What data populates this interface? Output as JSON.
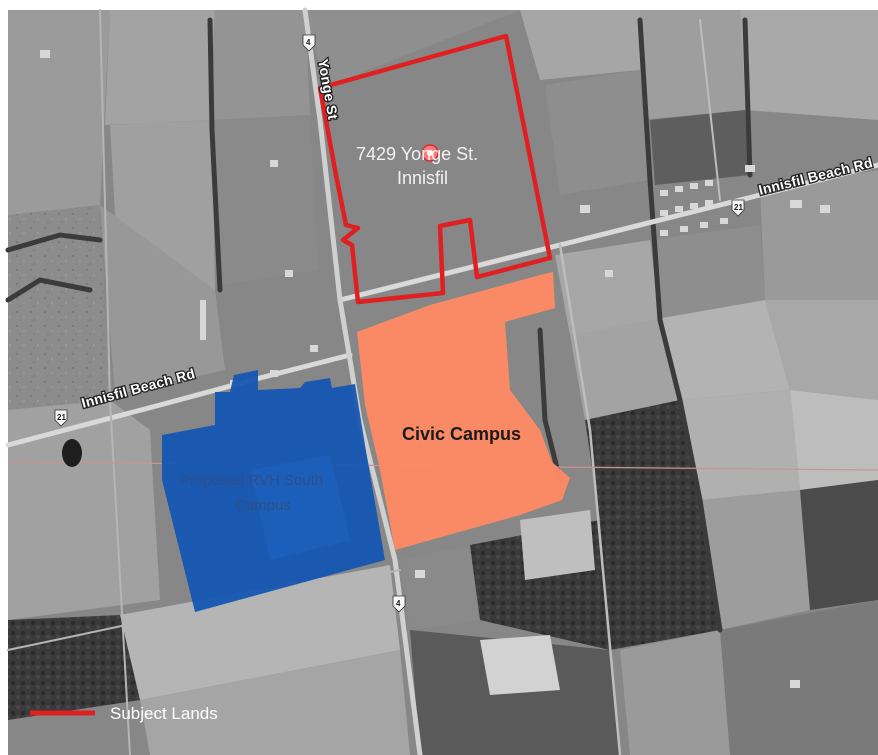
{
  "map": {
    "subject_site": {
      "address_line1": "7429 Yonge St.",
      "address_line2": "Innisfil",
      "outline_color": "#e02020"
    },
    "areas": {
      "civic_campus": {
        "label": "Civic Campus",
        "color": "#ff8a64"
      },
      "rvh_south_campus": {
        "label_line1": "Proposed RVH South",
        "label_line2": "Campus",
        "color": "#1456b4"
      }
    },
    "roads": {
      "innisfil_beach_rd_east": "Innisfil Beach Rd",
      "innisfil_beach_rd_west": "Innisfil Beach Rd",
      "yonge_st": "Yonge St"
    },
    "legend": {
      "items": [
        {
          "label": "Subject Lands",
          "color": "#e02020"
        }
      ]
    }
  }
}
